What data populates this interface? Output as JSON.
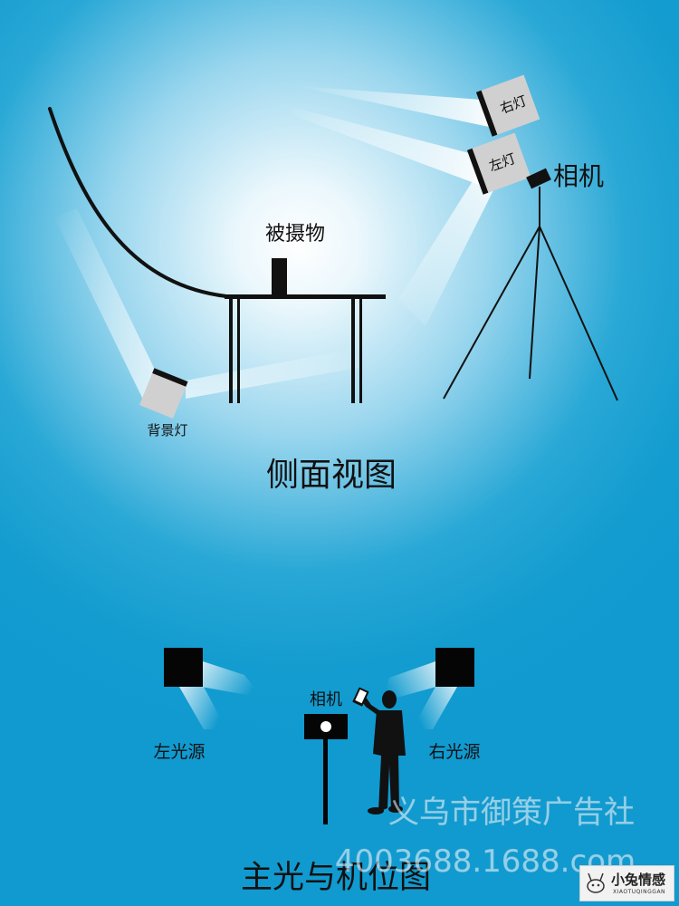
{
  "side_view": {
    "title": "侧面视图",
    "right_light_label": "右灯",
    "left_light_label": "左灯",
    "camera_label": "相机",
    "subject_label": "被摄物",
    "background_light_label": "背景灯"
  },
  "top_view": {
    "title": "主光与机位图",
    "camera_label": "相机",
    "left_source_label": "左光源",
    "right_source_label": "右光源"
  },
  "watermark": {
    "company": "义乌市御策广告社",
    "phone": "4003688.1688.com"
  },
  "logo": {
    "name": "小兔情感",
    "subtitle": "XIAOTUQINGGAN"
  },
  "colors": {
    "background": "#109ad0",
    "light_box": "#d0d0d0",
    "line": "#111111"
  }
}
